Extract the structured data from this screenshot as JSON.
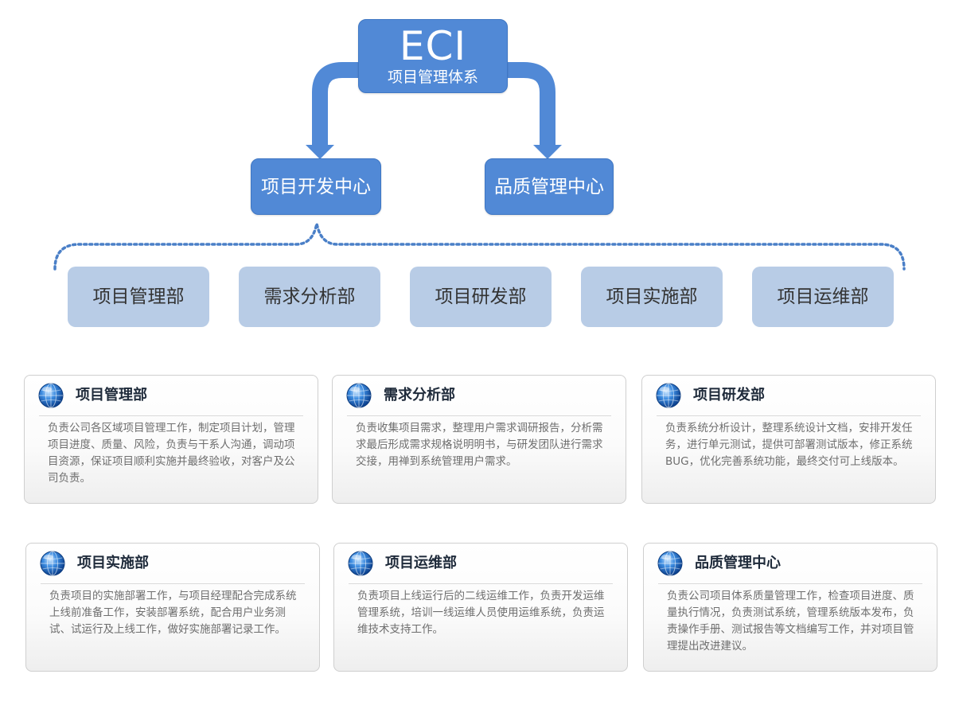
{
  "root": {
    "title": "ECI",
    "subtitle": "项目管理体系"
  },
  "centers": [
    {
      "name": "项目开发中心"
    },
    {
      "name": "品质管理中心"
    }
  ],
  "departments": [
    {
      "name": "项目管理部"
    },
    {
      "name": "需求分析部"
    },
    {
      "name": "项目研发部"
    },
    {
      "name": "项目实施部"
    },
    {
      "name": "项目运维部"
    }
  ],
  "cards": [
    {
      "title": "项目管理部",
      "desc": "负责公司各区域项目管理工作，制定项目计划，管理项目进度、质量、风险，负责与干系人沟通，调动项目资源，保证项目顺利实施并最终验收，对客户及公司负责。"
    },
    {
      "title": "需求分析部",
      "desc": "负责收集项目需求，整理用户需求调研报告，分析需求最后形成需求规格说明明书，与研发团队进行需求交接，用禅到系统管理用户需求。"
    },
    {
      "title": "项目研发部",
      "desc": "负责系统分析设计，整理系统设计文档，安排开发任务，进行单元测试，提供可部署测试版本，修正系统BUG，优化完善系统功能，最终交付可上线版本。"
    },
    {
      "title": "项目实施部",
      "desc": "负责项目的实施部署工作，与项目经理配合完成系统上线前准备工作，安装部署系统，配合用户业务测试、试运行及上线工作，做好实施部署记录工作。"
    },
    {
      "title": "项目运维部",
      "desc": "负责项目上线运行后的二线运维工作，负责开发运维管理系统，培训一线运维人员使用运维系统，负责运维技术支持工作。"
    },
    {
      "title": "品质管理中心",
      "desc": "负责公司项目体系质量管理工作，检查项目进度、质量执行情况，负责测试系统，管理系统版本发布，负责操作手册、测试报告等文档编写工作，并对项目管理提出改进建议。"
    }
  ],
  "colors": {
    "primary": "#5189d6",
    "dept": "#b8cce6",
    "dots": "#4a7fc7"
  },
  "icons": {
    "card": "globe-icon",
    "connector": "arrow-down-icon"
  }
}
